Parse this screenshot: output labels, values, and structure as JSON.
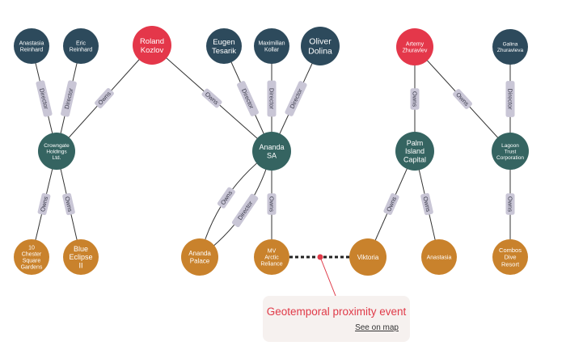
{
  "colors": {
    "person": "#2d4a5c",
    "flagged": "#e4374a",
    "company": "#356461",
    "asset": "#c9822c",
    "edge": "#333333",
    "edge_label_bg": "#c9c6d6",
    "event": "#e03a48"
  },
  "nodes": [
    {
      "id": "anastasia_reinhard",
      "type": "person",
      "lines": [
        "Anastasia",
        "Reinhard"
      ]
    },
    {
      "id": "eric_reinhard",
      "type": "person",
      "lines": [
        "Eric",
        "Reinhard"
      ]
    },
    {
      "id": "roland_kozlov",
      "type": "flagged",
      "lines": [
        "Roland",
        "Kozlov"
      ]
    },
    {
      "id": "eugen_tesarik",
      "type": "person",
      "lines": [
        "Eugen",
        "Tesarik"
      ]
    },
    {
      "id": "maximilian_kollar",
      "type": "person",
      "lines": [
        "Maximilian",
        "Kollar"
      ]
    },
    {
      "id": "oliver_dolina",
      "type": "person",
      "lines": [
        "Oliver",
        "Dolina"
      ]
    },
    {
      "id": "artemy_zhuravlev",
      "type": "flagged",
      "lines": [
        "Artemy",
        "Zhuravlev"
      ]
    },
    {
      "id": "galina_zhuravleva",
      "type": "person",
      "lines": [
        "Galina",
        "Zhuravleva"
      ]
    },
    {
      "id": "crowngate",
      "type": "company",
      "lines": [
        "Crowngate",
        "Holdings",
        "Ltd."
      ]
    },
    {
      "id": "ananda_sa",
      "type": "company",
      "lines": [
        "Ananda",
        "SA"
      ]
    },
    {
      "id": "palm_island",
      "type": "company",
      "lines": [
        "Palm",
        "Island",
        "Capital"
      ]
    },
    {
      "id": "lagoon_trust",
      "type": "company",
      "lines": [
        "Lagoon",
        "Trust",
        "Corporation"
      ]
    },
    {
      "id": "chester_gardens",
      "type": "asset",
      "lines": [
        "10",
        "Chester",
        "Square",
        "Gardens"
      ]
    },
    {
      "id": "blue_eclipse",
      "type": "asset",
      "lines": [
        "Blue",
        "Eclipse",
        "II"
      ]
    },
    {
      "id": "ananda_palace",
      "type": "asset",
      "lines": [
        "Ananda",
        "Palace"
      ]
    },
    {
      "id": "mv_arctic",
      "type": "asset",
      "lines": [
        "MV",
        "Arctic",
        "Reliance"
      ]
    },
    {
      "id": "viktoria",
      "type": "asset",
      "lines": [
        "Viktoria"
      ]
    },
    {
      "id": "anastasia_asset",
      "type": "asset",
      "lines": [
        "Anastasia"
      ]
    },
    {
      "id": "combos_dive",
      "type": "asset",
      "lines": [
        "Combos",
        "Dive",
        "Resort"
      ]
    }
  ],
  "edges": [
    {
      "from": "anastasia_reinhard",
      "to": "crowngate",
      "label": "Director"
    },
    {
      "from": "eric_reinhard",
      "to": "crowngate",
      "label": "Director"
    },
    {
      "from": "roland_kozlov",
      "to": "crowngate",
      "label": "Owns"
    },
    {
      "from": "roland_kozlov",
      "to": "ananda_sa",
      "label": "Owns"
    },
    {
      "from": "eugen_tesarik",
      "to": "ananda_sa",
      "label": "Director"
    },
    {
      "from": "maximilian_kollar",
      "to": "ananda_sa",
      "label": "Director"
    },
    {
      "from": "oliver_dolina",
      "to": "ananda_sa",
      "label": "Director"
    },
    {
      "from": "artemy_zhuravlev",
      "to": "palm_island",
      "label": "Owns"
    },
    {
      "from": "artemy_zhuravlev",
      "to": "lagoon_trust",
      "label": "Owns"
    },
    {
      "from": "galina_zhuravleva",
      "to": "lagoon_trust",
      "label": "Director"
    },
    {
      "from": "crowngate",
      "to": "chester_gardens",
      "label": "Owns"
    },
    {
      "from": "crowngate",
      "to": "blue_eclipse",
      "label": "Owns"
    },
    {
      "from": "ananda_sa",
      "to": "ananda_palace",
      "label": "Owns",
      "curve": "left"
    },
    {
      "from": "ananda_sa",
      "to": "ananda_palace",
      "label": "Director",
      "curve": "right"
    },
    {
      "from": "ananda_sa",
      "to": "mv_arctic",
      "label": "Owns"
    },
    {
      "from": "palm_island",
      "to": "viktoria",
      "label": "Owns"
    },
    {
      "from": "palm_island",
      "to": "anastasia_asset",
      "label": "Owns"
    },
    {
      "from": "lagoon_trust",
      "to": "combos_dive",
      "label": "Owns"
    }
  ],
  "proximity_link": {
    "from": "mv_arctic",
    "to": "viktoria"
  },
  "callout": {
    "title": "Geotemporal proximity event",
    "link": "See on map"
  }
}
